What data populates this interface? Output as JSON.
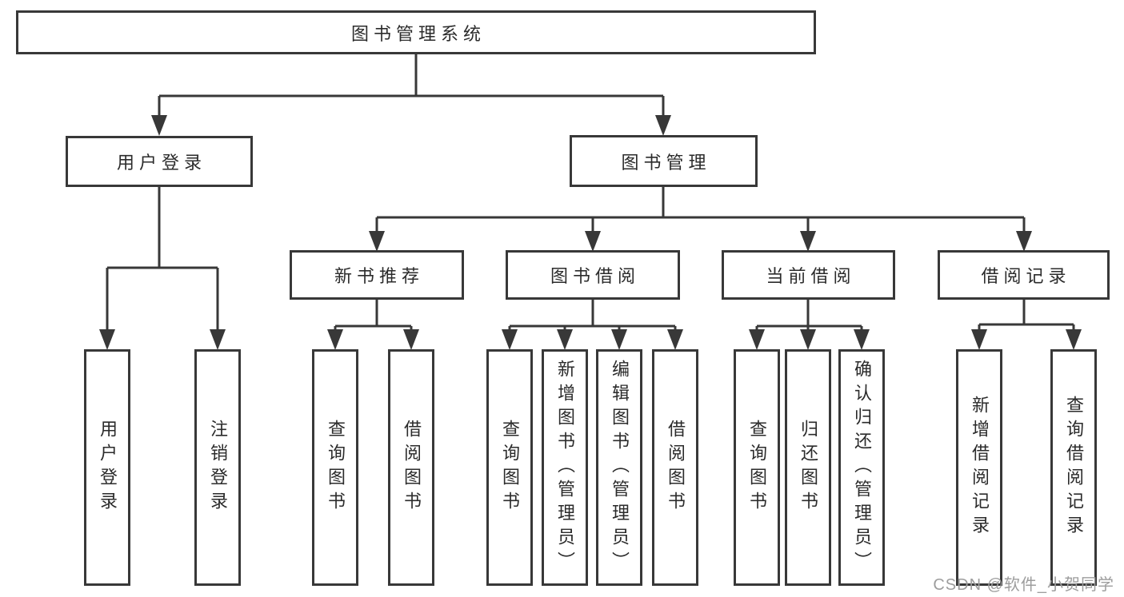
{
  "tree": {
    "root": {
      "label": "图书管理系统"
    },
    "branches": [
      {
        "label": "用户登录",
        "children": [
          {
            "label": "用户登录"
          },
          {
            "label": "注销登录"
          }
        ]
      },
      {
        "label": "图书管理",
        "children": [
          {
            "label": "新书推荐",
            "children": [
              {
                "label": "查询图书"
              },
              {
                "label": "借阅图书"
              }
            ]
          },
          {
            "label": "图书借阅",
            "children": [
              {
                "label": "查询图书"
              },
              {
                "label": "新增图书（管理员）"
              },
              {
                "label": "编辑图书（管理员）"
              },
              {
                "label": "借阅图书"
              }
            ]
          },
          {
            "label": "当前借阅",
            "children": [
              {
                "label": "查询图书"
              },
              {
                "label": "归还图书"
              },
              {
                "label": "确认归还（管理员）"
              }
            ]
          },
          {
            "label": "借阅记录",
            "children": [
              {
                "label": "新增借阅记录"
              },
              {
                "label": "查询借阅记录"
              }
            ]
          }
        ]
      }
    ]
  },
  "watermark": {
    "text": "CSDN @软件_小贺同学",
    "color": "#9d9d9d"
  },
  "style": {
    "line_color": "#383838",
    "box_background": "#ffffff",
    "text_color": "#2b2b2b"
  }
}
